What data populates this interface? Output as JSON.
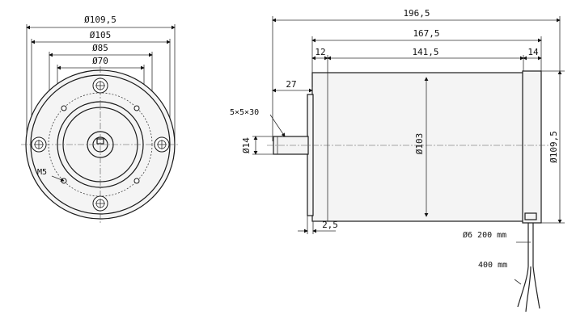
{
  "front_view": {
    "dims": {
      "outer": "Ø109,5",
      "flange": "Ø105",
      "bolt_circle": "Ø85",
      "spigot": "Ø70"
    },
    "thread": "M5"
  },
  "side_view": {
    "dims": {
      "overall_length": "196,5",
      "body_length": "167,5",
      "flange_width": "12",
      "body_mid": "141,5",
      "endcap": "14",
      "shaft_length": "27",
      "shaft_dia": "Ø14",
      "body_dia": "Ø103",
      "endcap_dia": "Ø109,5",
      "flange_thickness": "2,5"
    },
    "key": "5×5×30",
    "cable_spec": "Ø6 200 mm",
    "wire_length": "400 mm"
  }
}
